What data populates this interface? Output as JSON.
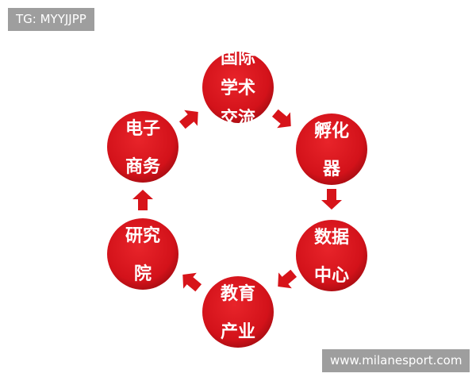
{
  "watermark_top": "TG: MYYJJPP",
  "watermark_bottom": "www.milanesport.com",
  "colors": {
    "circle": "#d7141a",
    "arrow": "#d7141a",
    "text": "#ffffff"
  },
  "nodes": [
    {
      "id": "academic-exchange",
      "lines": [
        "国际",
        "学术",
        "交流"
      ]
    },
    {
      "id": "incubator",
      "lines": [
        "孵化",
        "器"
      ]
    },
    {
      "id": "data-center",
      "lines": [
        "数据",
        "中心"
      ]
    },
    {
      "id": "education-industry",
      "lines": [
        "教育",
        "产业"
      ]
    },
    {
      "id": "research-institute",
      "lines": [
        "研究",
        "院"
      ]
    },
    {
      "id": "e-commerce",
      "lines": [
        "电子",
        "商务"
      ]
    }
  ],
  "flow": "clockwise"
}
